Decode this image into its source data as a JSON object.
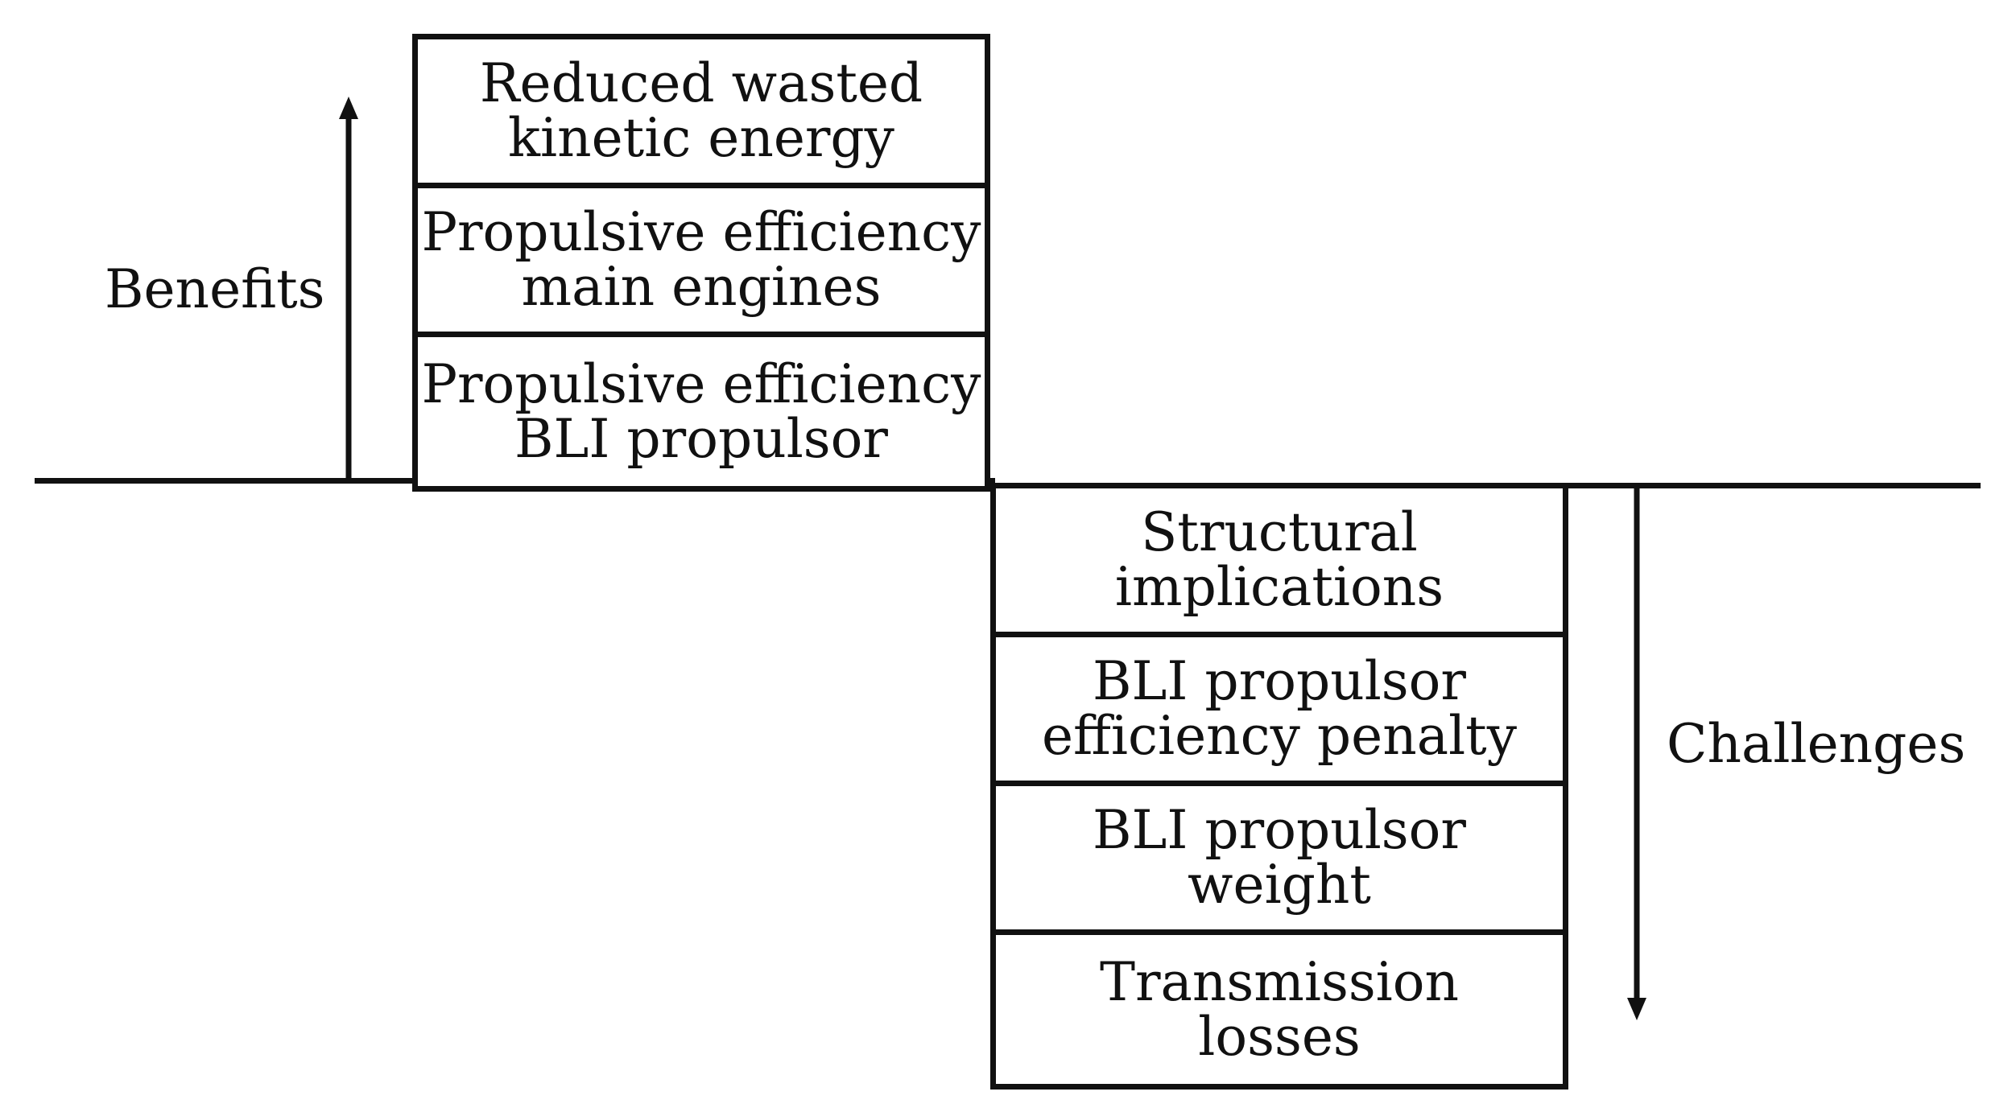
{
  "benefits": {
    "label": "Benefits",
    "items": [
      {
        "line1": "Reduced wasted",
        "line2": "kinetic energy"
      },
      {
        "line1": "Propulsive efficiency",
        "line2": "main engines"
      },
      {
        "line1": "Propulsive efficiency",
        "line2": "BLI propulsor"
      }
    ]
  },
  "challenges": {
    "label": "Challenges",
    "items": [
      {
        "line1": "Structural",
        "line2": "implications"
      },
      {
        "line1": "BLI propulsor",
        "line2": "efficiency penalty"
      },
      {
        "line1": "BLI propulsor",
        "line2": "weight"
      },
      {
        "line1": "Transmission",
        "line2": "losses"
      }
    ]
  },
  "colors": {
    "ink": "#111111",
    "background": "#ffffff"
  }
}
